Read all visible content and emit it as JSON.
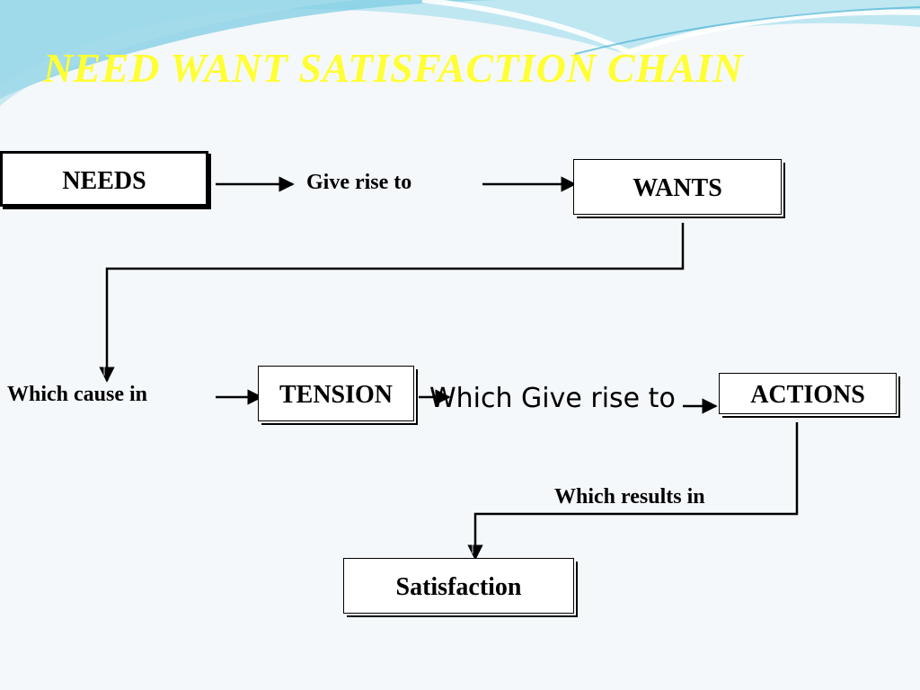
{
  "slide": {
    "title": "NEED WANT SATISFACTION CHAIN",
    "colors": {
      "title": "#ffff33",
      "wave_light": "#bfe7f2",
      "wave_dark": "#7fcde3",
      "box_border": "#000000",
      "box_fill": "#ffffff"
    }
  },
  "diagram": {
    "nodes": {
      "needs": "NEEDS",
      "wants": "WANTS",
      "tension": "TENSION",
      "actions": "ACTIONS",
      "satisfaction": "Satisfaction"
    },
    "labels": {
      "give_rise_to": "Give rise to",
      "which_cause_in": "Which cause in",
      "which_give_rise_to": "Which Give rise to",
      "which_results_in": "Which results in"
    }
  }
}
